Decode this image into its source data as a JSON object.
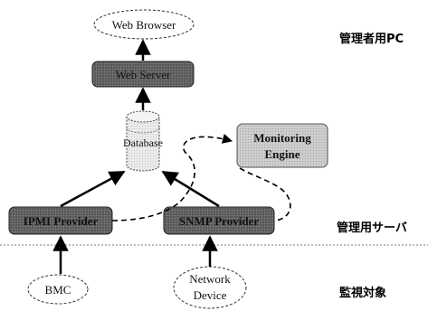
{
  "nodes": {
    "web_browser": "Web Browser",
    "web_server": "Web Server",
    "database": "Database",
    "monitoring_engine_line1": "Monitoring",
    "monitoring_engine_line2": "Engine",
    "ipmi_provider": "IPMI Provider",
    "snmp_provider": "SNMP Provider",
    "bmc": "BMC",
    "network_device_line1": "Network",
    "network_device_line2": "Device"
  },
  "lanes": {
    "admin_pc": "管理者用PC",
    "admin_server": "管理用サーバ",
    "monitored": "監視対象"
  }
}
